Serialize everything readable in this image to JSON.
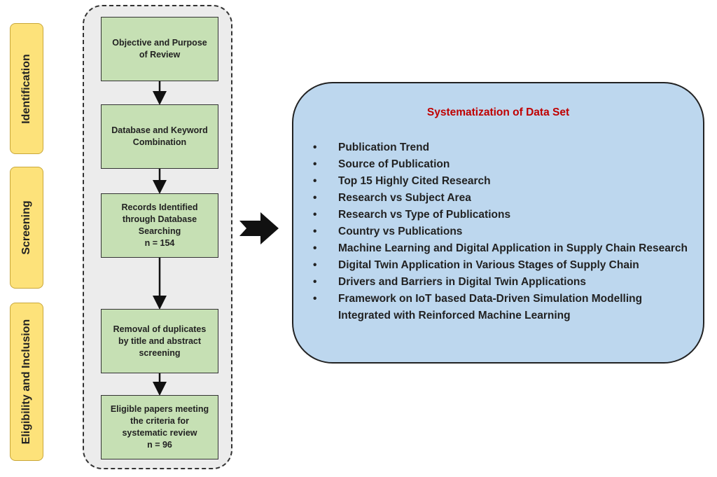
{
  "phases": [
    {
      "label": "Identification"
    },
    {
      "label": "Screening"
    },
    {
      "label": "Eligibility and Inclusion"
    }
  ],
  "steps": [
    {
      "lines": "Objective and Purpose of Review",
      "count": ""
    },
    {
      "lines": "Database and Keyword Combination",
      "count": ""
    },
    {
      "lines": "Records Identified through Database Searching",
      "count": "n = 154"
    },
    {
      "lines": "Removal of duplicates by title and abstract screening",
      "count": ""
    },
    {
      "lines": "Eligible papers meeting the criteria for systematic review",
      "count": "n = 96"
    }
  ],
  "summary": {
    "title": "Systematization of Data Set",
    "items": [
      "Publication Trend",
      "Source of Publication",
      "Top 15 Highly Cited Research",
      "Research vs Subject Area",
      "Research vs Type of Publications",
      "Country vs Publications",
      "Machine Learning and Digital Application in Supply Chain Research",
      "Digital Twin Application in Various Stages of Supply Chain",
      "Drivers and Barriers in Digital Twin Applications",
      "Framework on IoT based Data-Driven Simulation Modelling Integrated with Reinforced Machine Learning"
    ]
  },
  "colors": {
    "phase_fill": "#fde27a",
    "step_fill": "#c6e0b4",
    "container_fill": "#ececec",
    "summary_fill": "#bdd7ee",
    "title_color": "#c00000"
  }
}
